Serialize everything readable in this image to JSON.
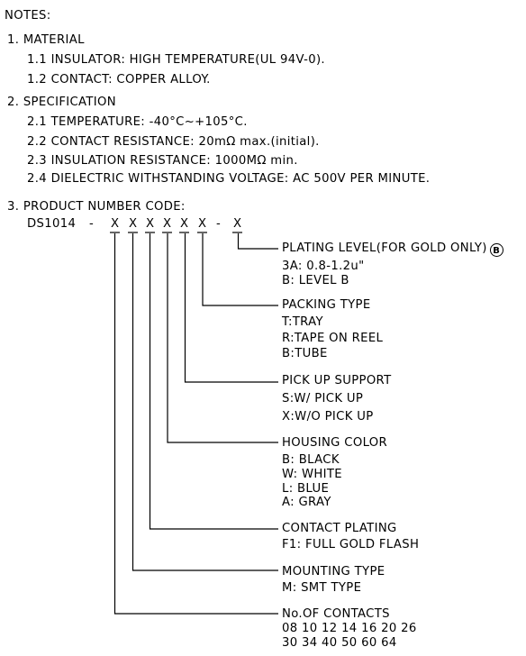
{
  "notes_title": "NOTES:",
  "material": {
    "heading": "1. MATERIAL",
    "items": [
      "1.1 INSULATOR: HIGH TEMPERATURE(UL 94V-0).",
      "1.2 CONTACT: COPPER ALLOY."
    ]
  },
  "specification": {
    "heading": "2. SPECIFICATION",
    "items": [
      "2.1 TEMPERATURE: -40°C~+105°C.",
      "2.2 CONTACT RESISTANCE: 20mΩ max.(initial).",
      "2.3 INSULATION RESISTANCE: 1000MΩ min.",
      "2.4 DIELECTRIC WITHSTANDING VOLTAGE: AC 500V PER MINUTE."
    ]
  },
  "product_code": {
    "heading": "3. PRODUCT NUMBER CODE:",
    "prefix": "DS1014",
    "dash": "-",
    "placeholder": "X",
    "fields": [
      {
        "title": "PLATING LEVEL(FOR GOLD ONLY)",
        "badge": "B",
        "options": [
          "3A: 0.8-1.2u\"",
          "B:  LEVEL B"
        ]
      },
      {
        "title": "PACKING TYPE",
        "options": [
          "T:TRAY",
          "R:TAPE ON REEL",
          "B:TUBE"
        ]
      },
      {
        "title": "PICK UP SUPPORT",
        "options": [
          "S:W/ PICK UP",
          "X:W/O PICK UP"
        ]
      },
      {
        "title": "HOUSING COLOR",
        "options": [
          "B: BLACK",
          "W: WHITE",
          "L: BLUE",
          "A: GRAY"
        ]
      },
      {
        "title": "CONTACT PLATING",
        "options": [
          "F1: FULL GOLD FLASH"
        ]
      },
      {
        "title": "MOUNTING TYPE",
        "options": [
          "M: SMT TYPE"
        ]
      },
      {
        "title": "No.OF CONTACTS",
        "options": [
          "08 10 12 14 16 20 26",
          "30 34 40 50 60 64"
        ]
      }
    ]
  }
}
